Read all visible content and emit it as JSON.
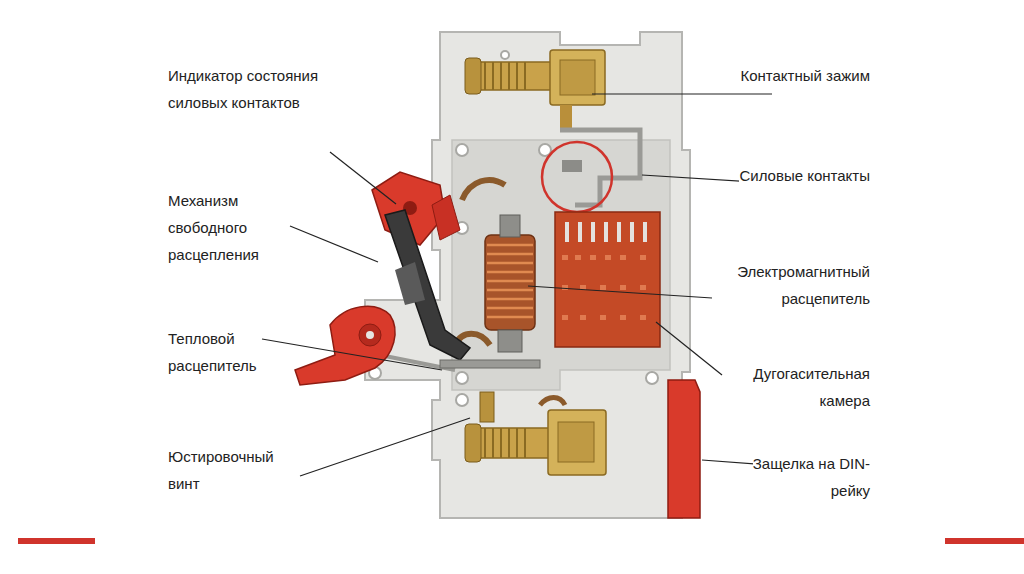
{
  "diagram": {
    "labels": [
      "Индикатор состояния силовых контактов",
      "Механизм свободного расцепления",
      "Тепловой расцепитель",
      "Юстировочный винт",
      "Контактный зажим",
      "Силовые контакты",
      "Электромагнитный расцепитель",
      "Дугогасительная камера",
      "Защелка на DIN-рейку"
    ]
  }
}
